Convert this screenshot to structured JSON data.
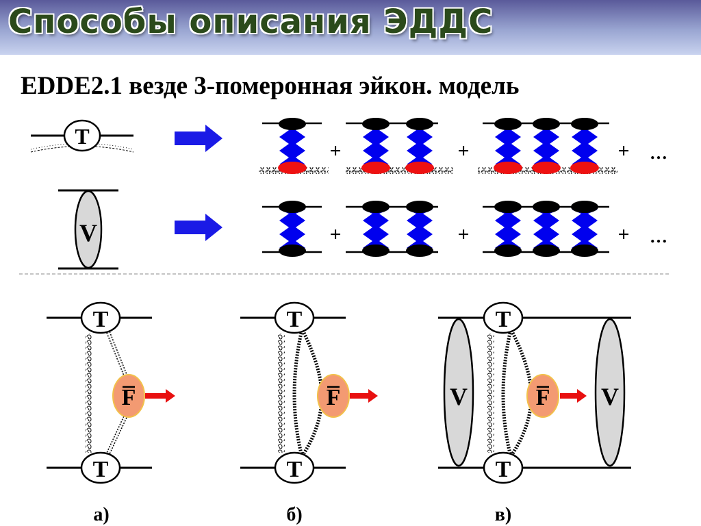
{
  "title": "Способы описания ЭДДС",
  "subtitle": "EDDE2.1 везде 3-померонная эйкон. модель",
  "labels": {
    "T": "T",
    "V": "V",
    "F": "F",
    "plus": "+",
    "ellipsis": "…",
    "caption_a": "а)",
    "caption_b": "б)",
    "caption_c": "в)"
  },
  "colors": {
    "pomeron": "#0000ee",
    "arrow": "#1a1ae6",
    "red_blob": "#ee1111",
    "F_fill": "#f39a72",
    "V_fill": "#d8d8d8",
    "produced_arrow": "#e81010"
  }
}
